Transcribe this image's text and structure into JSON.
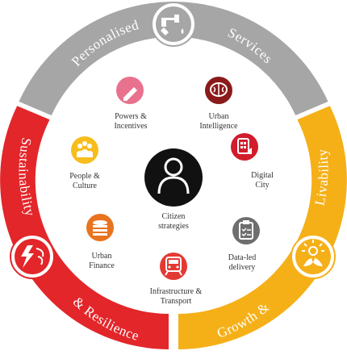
{
  "ring": {
    "top": {
      "left_label": "Personalised",
      "right_label": "Services",
      "color": "#a6a6a6",
      "icon": "tap-plug-icon"
    },
    "left": {
      "top_label": "Sustainability",
      "bottom_label": "& Resilience",
      "color": "#e3262a",
      "icon": "storm-lightning-icon"
    },
    "right": {
      "top_label": "Livability",
      "bottom_label": "Growth &",
      "color": "#f5b018",
      "icon": "sun-leaf-icon"
    }
  },
  "center": {
    "label_line1": "Citizen",
    "label_line2": "strategies",
    "icon": "person-icon",
    "color": "#111111"
  },
  "nodes": [
    {
      "id": "powers",
      "line1": "Powers &",
      "line2": "Incentives",
      "icon": "pen-icon",
      "color": "#e8718e"
    },
    {
      "id": "urban-intel",
      "line1": "Urban",
      "line2": "Intelligence",
      "icon": "brain-icon",
      "color": "#8b1a1a"
    },
    {
      "id": "digital-city",
      "line1": "Digital",
      "line2": "City",
      "icon": "tablet-hand-icon",
      "color": "#d11c2c"
    },
    {
      "id": "data-led",
      "line1": "Data-led",
      "line2": "delivery",
      "icon": "clipboard-check-icon",
      "color": "#6e6e6e"
    },
    {
      "id": "infra",
      "line1": "Infrastructure &",
      "line2": "Transport",
      "icon": "train-icon",
      "color": "#e23a33"
    },
    {
      "id": "urban-finance",
      "line1": "Urban",
      "line2": "Finance",
      "icon": "coins-icon",
      "color": "#e9731e"
    },
    {
      "id": "people",
      "line1": "People &",
      "line2": "Culture",
      "icon": "people-icon",
      "color": "#f7bd1d"
    }
  ]
}
